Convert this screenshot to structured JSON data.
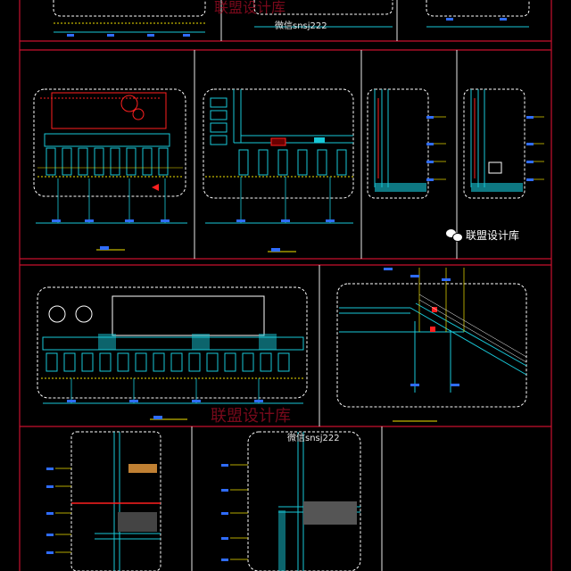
{
  "watermarks": {
    "top_red": "联盟设计库",
    "top_wechat": "微信snsj222",
    "middle_brand": "联盟设计库",
    "middle_red": "联盟设计库",
    "bottom_wechat": "微信snsj222"
  },
  "colors": {
    "background": "#000000",
    "frame_red": "#c8102e",
    "detail_white": "#ffffff",
    "cyan": "#18c8d8",
    "yellow": "#f2e200",
    "blue": "#2f6cff",
    "red": "#ff2020",
    "magenta": "#ff40ff"
  },
  "icons": {
    "brand_logo": "wechat-icon"
  }
}
